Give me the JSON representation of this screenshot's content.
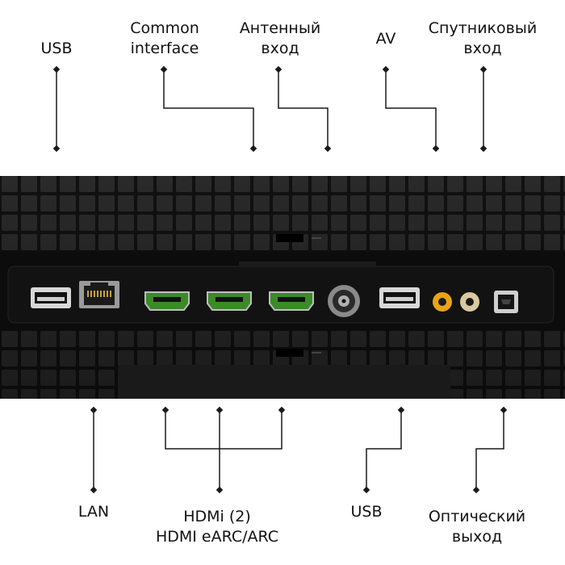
{
  "top_labels": {
    "usb": "USB",
    "common_interface": [
      "Common",
      "interface"
    ],
    "antenna": [
      "Антенный",
      "вход"
    ],
    "av": "AV",
    "satellite": [
      "Спутниковый",
      "вход"
    ]
  },
  "bottom_labels": {
    "lan": "LAN",
    "hdmi": [
      "HDMi (2)",
      "HDMI eARC/ARC"
    ],
    "usb": "USB",
    "optical": [
      "Оптический",
      "выход"
    ]
  },
  "colors": {
    "panel_background": "#141414",
    "grid_tile": "#2a2a2a",
    "port_strip": "#0c0c0c",
    "hdmi_accent": "#3c8a28",
    "av_jack": "#e8a317",
    "line": "#1a1a1a"
  },
  "icons": [
    "usb-port-icon",
    "lan-port-icon",
    "hdmi-port-icon",
    "antenna-port-icon",
    "rca-av-jack-icon",
    "optical-port-icon"
  ]
}
